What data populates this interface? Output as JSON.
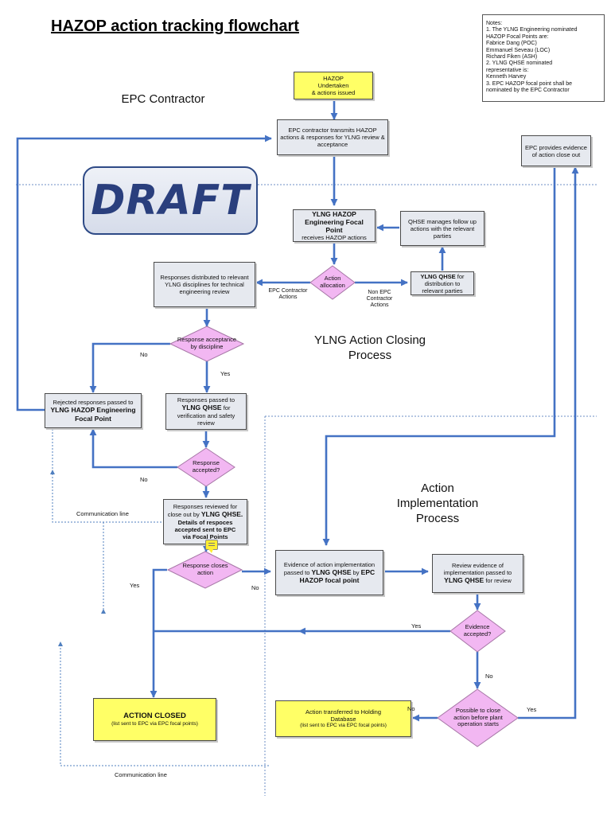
{
  "title": "HAZOP action tracking flowchart",
  "notes": [
    "Notes:",
    "1. The YLNG Engineering nominated",
    "HAZOP Focal Points are:",
    "Fabrice Dang (POC)",
    "Emmanuel Seveau (LOC)",
    "Richard Fiken (ASH)",
    "2. YLNG QHSE nominated",
    "representative is:",
    "Kenneth Harvey",
    "3. EPC HAZOP focal point shall be",
    "nominated by the EPC Contractor"
  ],
  "watermark": "DRAFT",
  "regions": {
    "epc": "EPC Contractor",
    "closing_line1": "YLNG Action Closing",
    "closing_line2": "Process",
    "impl_line1": "Action",
    "impl_line2": "Implementation",
    "impl_line3": "Process"
  },
  "nodes": {
    "hazop_l1": "HAZOP",
    "hazop_l2": "Undertaken",
    "hazop_l3": "& actions issued",
    "epc_transmit": "EPC contractor transmits HAZOP actions & responses for YLNG review & acceptance",
    "epc_evidence": "EPC provides evidence of action close out",
    "focal_l1": "YLNG HAZOP",
    "focal_l2": "Engineering Focal Point",
    "focal_l3": "receives HAZOP actions",
    "qhse_manages": "QHSE manages follow up actions with the relevant parties",
    "alloc_l1": "Action",
    "alloc_l2": "allocation",
    "qhse_distrib_bold": "YLNG QHSE",
    "qhse_distrib_rest": "for distribution to relevant parties",
    "resp_distributed": "Responses distributed to relevant YLNG disciplines for technical engineering review",
    "resp_accept_disc": "Response acceptance by discipline",
    "rejected_l1": "Rejected responses passed to",
    "rejected_l2": "YLNG HAZOP Engineering",
    "rejected_l3": "Focal Point",
    "passed_l1": "Responses passed to",
    "passed_bold": "YLNG QHSE",
    "passed_l2": "for",
    "passed_l3": "verification and safety",
    "passed_l4": "review",
    "resp_accepted": "Response accepted?",
    "reviewed_l1": "Responses reviewed for",
    "reviewed_l2a": "close out by",
    "reviewed_bold": "YLNG QHSE.",
    "reviewed_l3": "Details of respoces",
    "reviewed_l4": "accepted sent to EPC",
    "reviewed_l5": "via Focal Points",
    "closes_l1": "Response closes",
    "closes_l2": "action",
    "evidence_l1": "Evidence of action implementation",
    "evidence_l2a": "passed to",
    "evidence_bold1": "YLNG QHSE",
    "evidence_l2b": "by",
    "evidence_bold2": "EPC HAZOP focal point",
    "review_l1": "Review evidence of",
    "review_l2": "implementation passed to",
    "review_bold": "YLNG QHSE",
    "review_l3": "for review",
    "ev_accepted_l1": "Evidence",
    "ev_accepted_l2": "accepted?",
    "possible": "Possible to close action before plant operation starts",
    "closed_title": "ACTION CLOSED",
    "closed_sub": "(list sent to EPC via EPC focal points)",
    "holding_l1": "Action transferred to Holding",
    "holding_l2": "Database",
    "holding_sub": "(list sent to EPC via EPC focal points)"
  },
  "edge_labels": {
    "epc_actions_l1": "EPC Contractor",
    "epc_actions_l2": "Actions",
    "non_epc_l1": "Non EPC",
    "non_epc_l2": "Contractor",
    "non_epc_l3": "Actions",
    "no_disc": "No",
    "yes_disc": "Yes",
    "no_accepted": "No",
    "comm_line_1": "Communication line",
    "yes_closes": "Yes",
    "no_closes": "No",
    "yes_evidence": "Yes",
    "no_evidence": "No",
    "no_possible": "No",
    "yes_possible": "Yes",
    "comm_line_2": "Communication line"
  },
  "colors": {
    "arrow": "#4472c4",
    "dotted_line": "#4f7fbf",
    "process_box": "#e6e9ef",
    "start_box": "#ffff66",
    "decision": "#f2b7f2",
    "decision_border": "#a676a6",
    "draft_text": "#2a3f7d"
  },
  "icons": [
    "comment-icon",
    "arrowhead-icon"
  ]
}
